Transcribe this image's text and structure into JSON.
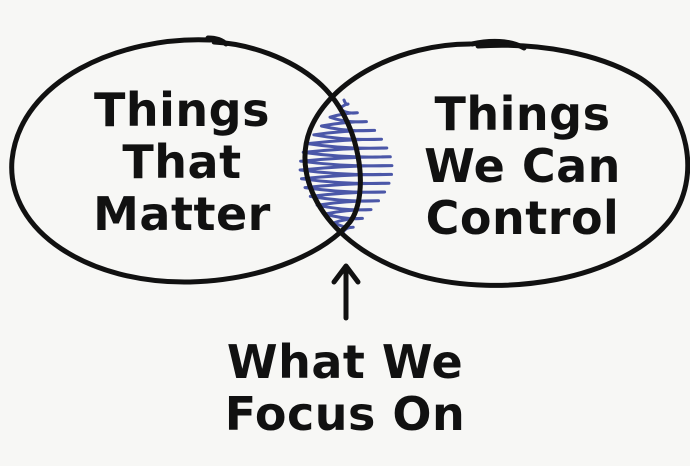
{
  "diagram": {
    "left_circle": {
      "lines": [
        "Things",
        "That",
        "Matter"
      ]
    },
    "right_circle": {
      "lines": [
        "Things",
        "We Can",
        "Control"
      ]
    },
    "intersection_label": {
      "lines": [
        "What We",
        "Focus On"
      ]
    },
    "colors": {
      "background": "#f7f7f5",
      "ink": "#111111",
      "scribble_fill": "#4b57a8"
    }
  }
}
